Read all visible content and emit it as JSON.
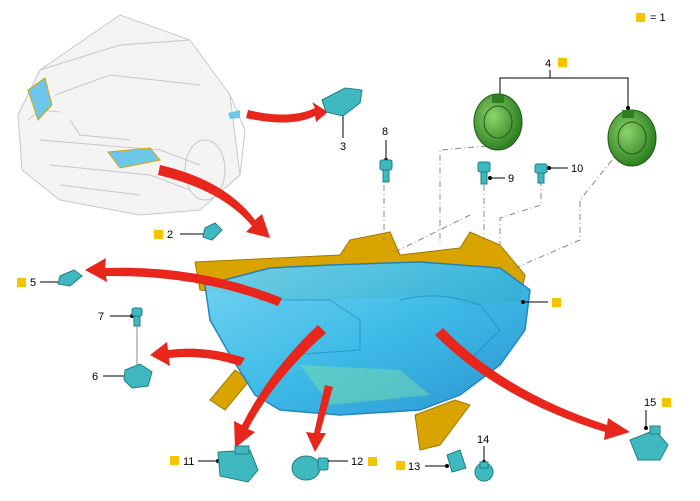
{
  "legend": {
    "value": "= 1",
    "marker_color": "#f5c400"
  },
  "colors": {
    "housing": "#35b8e6",
    "housing_dark": "#1a7fc0",
    "bracket": "#d9a400",
    "arrow": "#e8261c",
    "bulb_green": "#3a9a2a",
    "part_teal": "#3fb8c0",
    "marker": "#f5c400"
  },
  "callouts": [
    {
      "id": "1",
      "text": "",
      "marked": true
    },
    {
      "id": "2",
      "text": "2",
      "marked": true
    },
    {
      "id": "3",
      "text": "3",
      "marked": false
    },
    {
      "id": "4",
      "text": "4",
      "marked": true
    },
    {
      "id": "5",
      "text": "5",
      "marked": true
    },
    {
      "id": "6",
      "text": "6",
      "marked": false
    },
    {
      "id": "7",
      "text": "7",
      "marked": false
    },
    {
      "id": "8",
      "text": "8",
      "marked": false
    },
    {
      "id": "9",
      "text": "9",
      "marked": false
    },
    {
      "id": "10",
      "text": "10",
      "marked": false
    },
    {
      "id": "11",
      "text": "11",
      "marked": true
    },
    {
      "id": "12",
      "text": "12",
      "marked": true
    },
    {
      "id": "13",
      "text": "13",
      "marked": true
    },
    {
      "id": "14",
      "text": "14",
      "marked": false
    },
    {
      "id": "15",
      "text": "15",
      "marked": true
    }
  ]
}
